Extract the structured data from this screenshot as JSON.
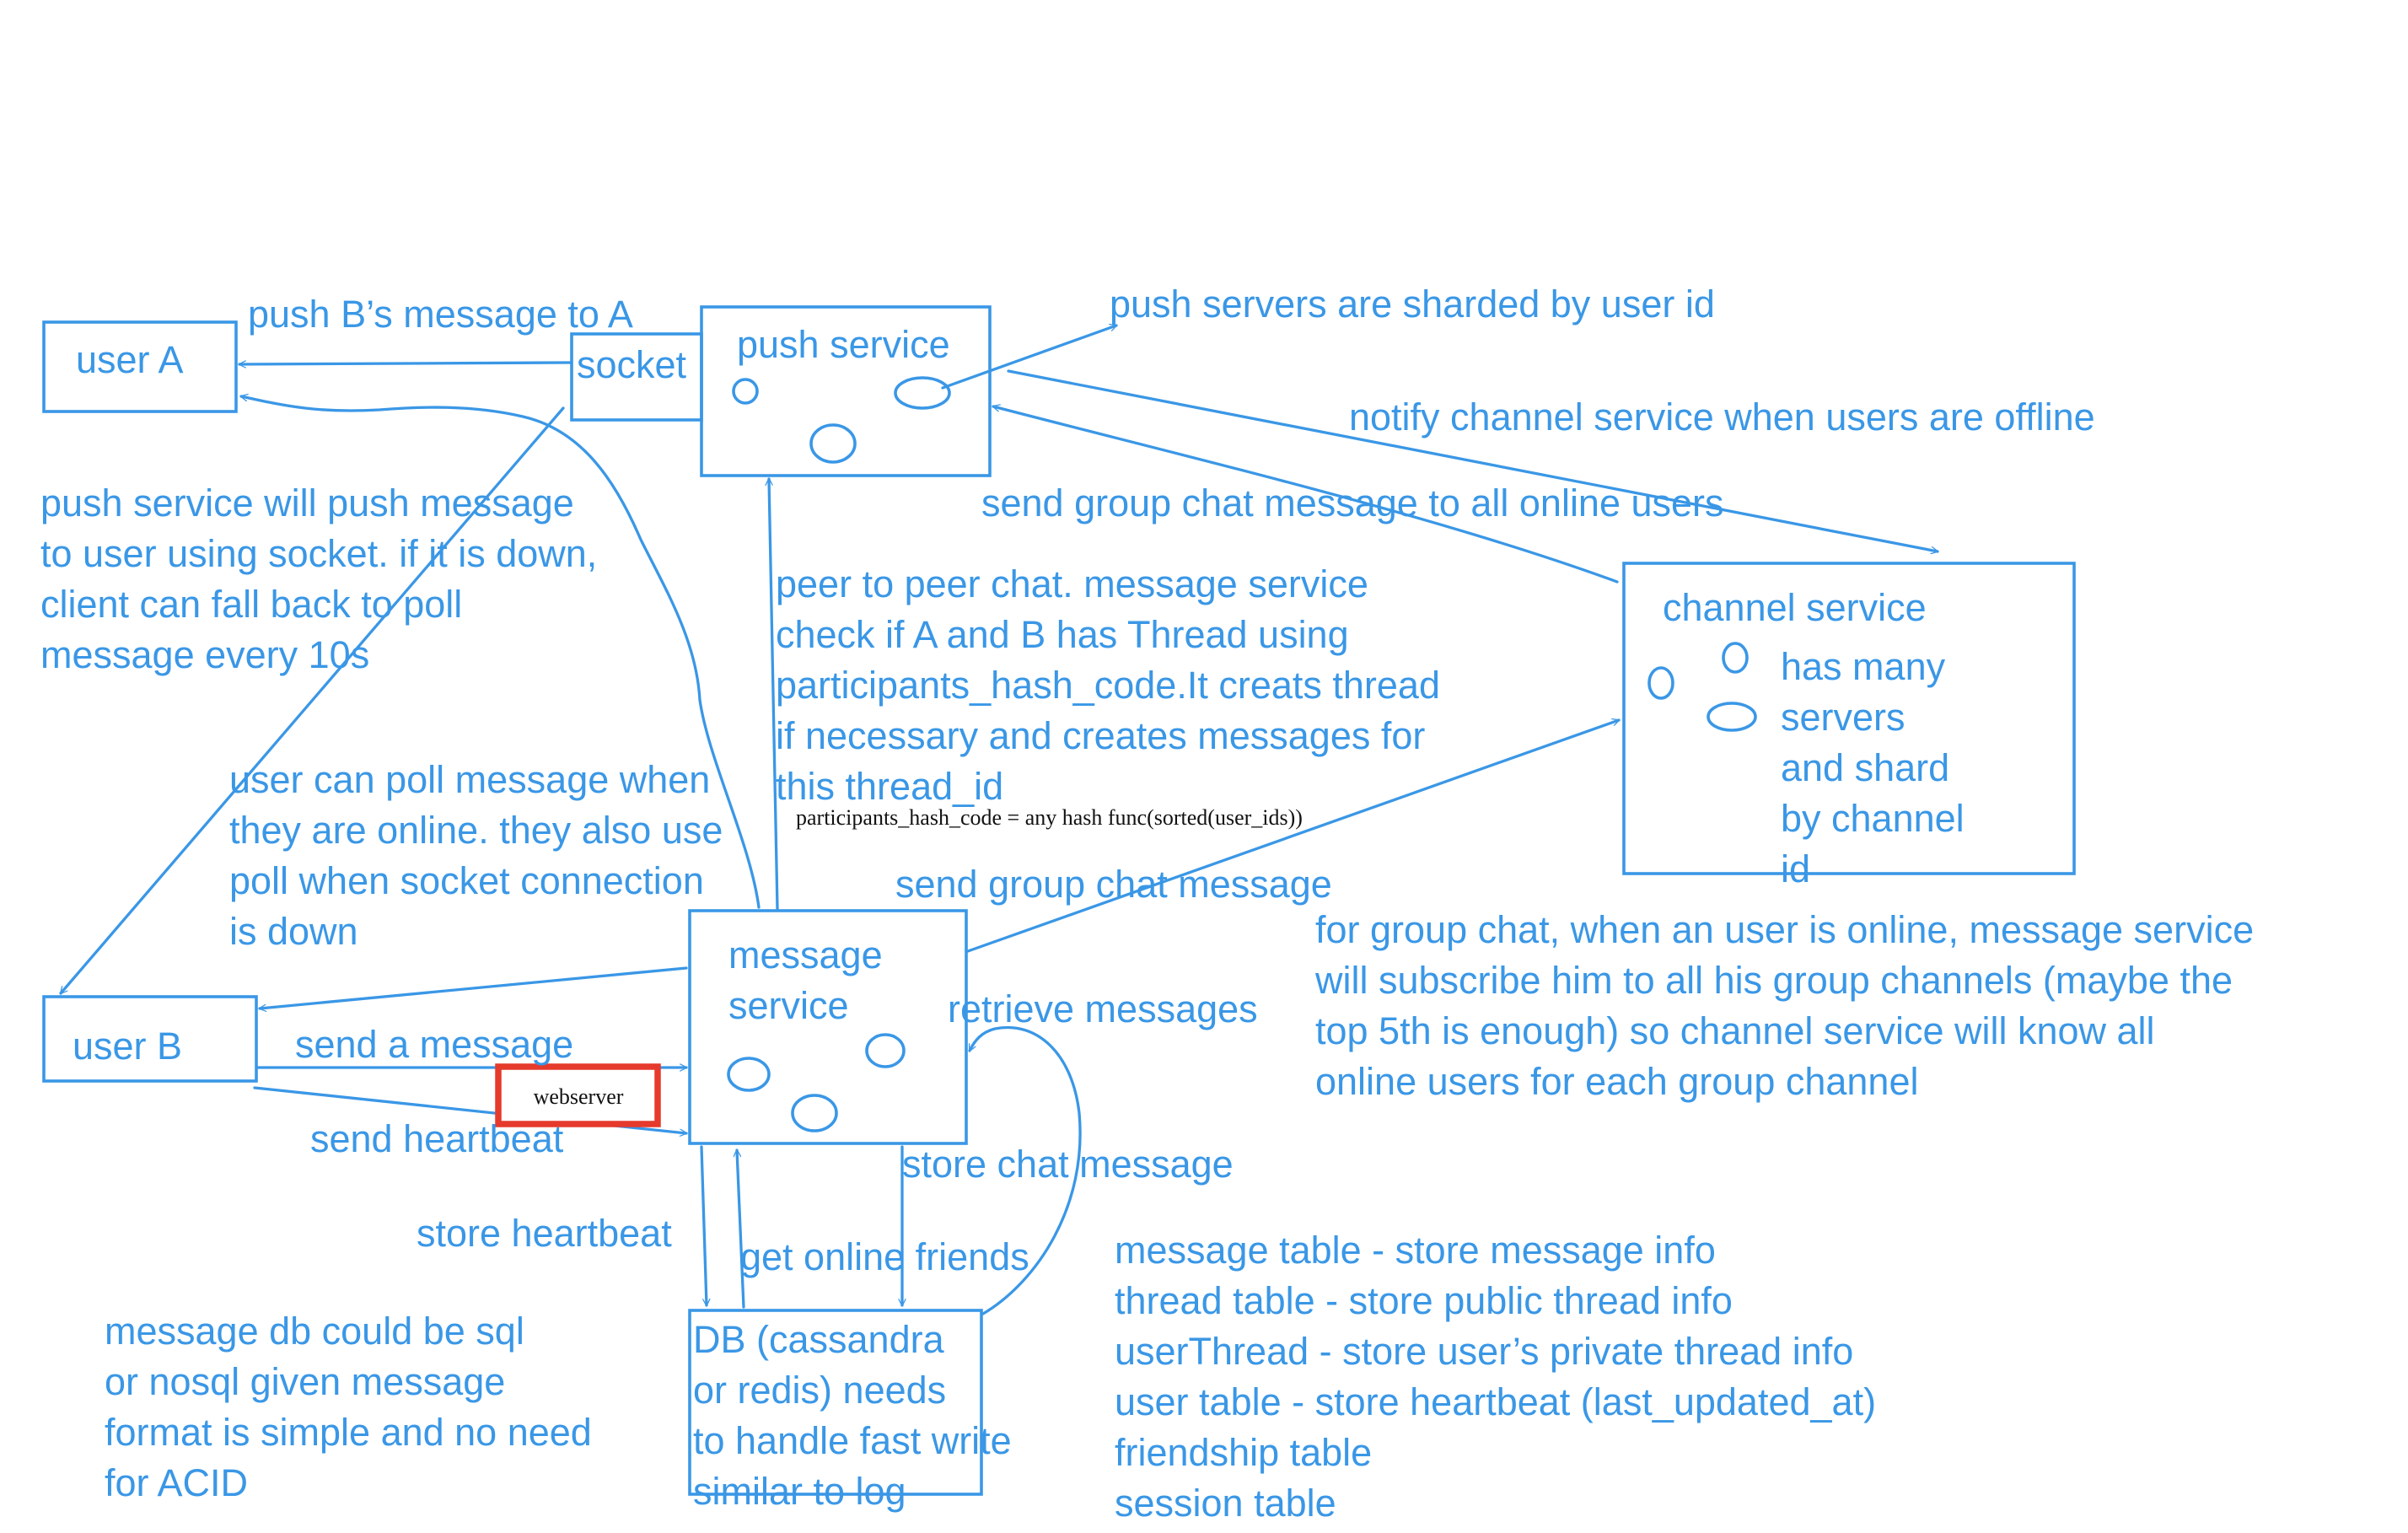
{
  "nodes": {
    "user_a": "user A",
    "user_b": "user B",
    "socket": "socket",
    "push_service": "push service",
    "message_service": [
      "message",
      "service"
    ],
    "channel_service": "channel service",
    "channel_service_note": [
      "has many",
      "servers",
      "and shard",
      "by channel",
      "id"
    ],
    "db": [
      "DB (cassandra",
      "or redis) needs",
      "to handle fast write",
      "similar to log"
    ],
    "webserver": "webserver"
  },
  "edge_labels": {
    "push_b_to_a": "push B’s message to A",
    "push_sharded": "push servers are sharded by user id",
    "notify_channel": "notify channel service when users are offline",
    "send_group_all": "send group chat message to all online users",
    "send_group": "send group chat message",
    "retrieve": "retrieve messages",
    "send_message": "send a message",
    "send_heartbeat": "send heartbeat",
    "store_chat": "store chat message",
    "store_heartbeat": "store heartbeat",
    "get_online_friends": "get online friends"
  },
  "notes": {
    "push_note": [
      "push service will push message",
      "to user using socket. if it is down,",
      "client can fall back to poll",
      "message every 10s"
    ],
    "p2p_note": [
      "peer to peer chat. message service",
      "check if A and B has Thread using",
      "participants_hash_code.It creats thread",
      "if necessary and creates messages for",
      "this thread_id"
    ],
    "hash_formula": "participants_hash_code = any hash func(sorted(user_ids))",
    "poll_note": [
      "user can poll message when",
      "they are online. they also use",
      "poll when socket connection",
      "is down"
    ],
    "group_note": [
      "for group chat, when an user is online, message service",
      "will subscribe him to all his group channels (maybe the",
      "top 5th is enough) so channel service will know all",
      "online users for each group channel"
    ],
    "db_note": [
      "message db could be sql",
      "or nosql given message",
      "format is simple and no need",
      "for ACID"
    ],
    "tables": [
      "message table - store message info",
      "thread table - store public thread info",
      "userThread - store user’s  private thread info",
      "user table - store heartbeat (last_updated_at)",
      "friendship table",
      "session table"
    ]
  },
  "colors": {
    "stroke": "#3a97e6",
    "highlight": "#e53a2c"
  }
}
